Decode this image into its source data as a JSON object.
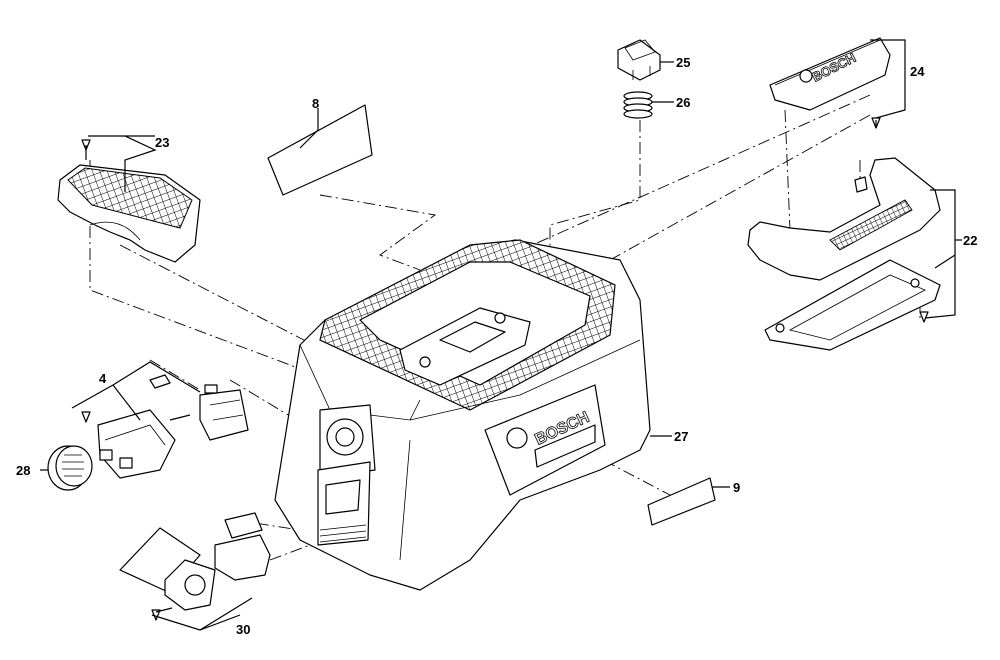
{
  "labels": {
    "p4": "4",
    "p8": "8",
    "p9": "9",
    "p22": "22",
    "p23": "23",
    "p24": "24",
    "p25": "25",
    "p26": "26",
    "p27": "27",
    "p28": "28",
    "p30": "30"
  },
  "brand": {
    "housing_logo": "BOSCH",
    "handle_cover_logo": "BOSCH"
  }
}
